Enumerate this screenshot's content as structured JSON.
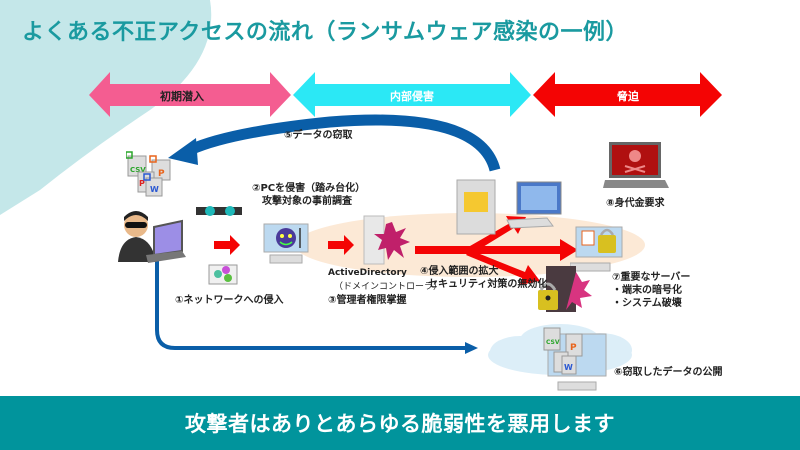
{
  "title": "よくある不正アクセスの流れ（ランサムウェア感染の一例）",
  "phases": [
    {
      "label": "初期潜入",
      "color": "#f45d91",
      "text_color": "#222222"
    },
    {
      "label": "内部侵害",
      "color": "#2be8f5",
      "text_color": "#ffffff"
    },
    {
      "label": "脅迫",
      "color": "#f40404",
      "text_color": "#ffffff"
    }
  ],
  "steps": {
    "step1": "①ネットワークへの侵入",
    "step2_line1": "②PCを侵害（踏み台化）",
    "step2_line2": "攻撃対象の事前調査",
    "ad_label": "ActiveDirectory",
    "ad_sub": "（ドメインコントローラ）",
    "step3": "③管理者権限掌握",
    "step4_line1": "④侵入範囲の拡大",
    "step4_line2": "セキュリティ対策の無効化",
    "step5": "⑤データの窃取",
    "step6": "⑥窃取したデータの公開",
    "step7_line1": "⑦重要なサーバー",
    "step7_line2": "・端末の暗号化",
    "step7_line3": "・システム破壊",
    "step8": "⑧身代金要求"
  },
  "file_icons": [
    "CSV",
    "P",
    "P",
    "W"
  ],
  "footer": "攻撃者はありとあらゆる脆弱性を悪用します",
  "colors": {
    "title": "#1a9aa0",
    "footer_bg": "#01949c",
    "bg_shape": "#c4e7e9",
    "flow_blue": "#0a5ea8",
    "flow_red": "#f40404"
  }
}
